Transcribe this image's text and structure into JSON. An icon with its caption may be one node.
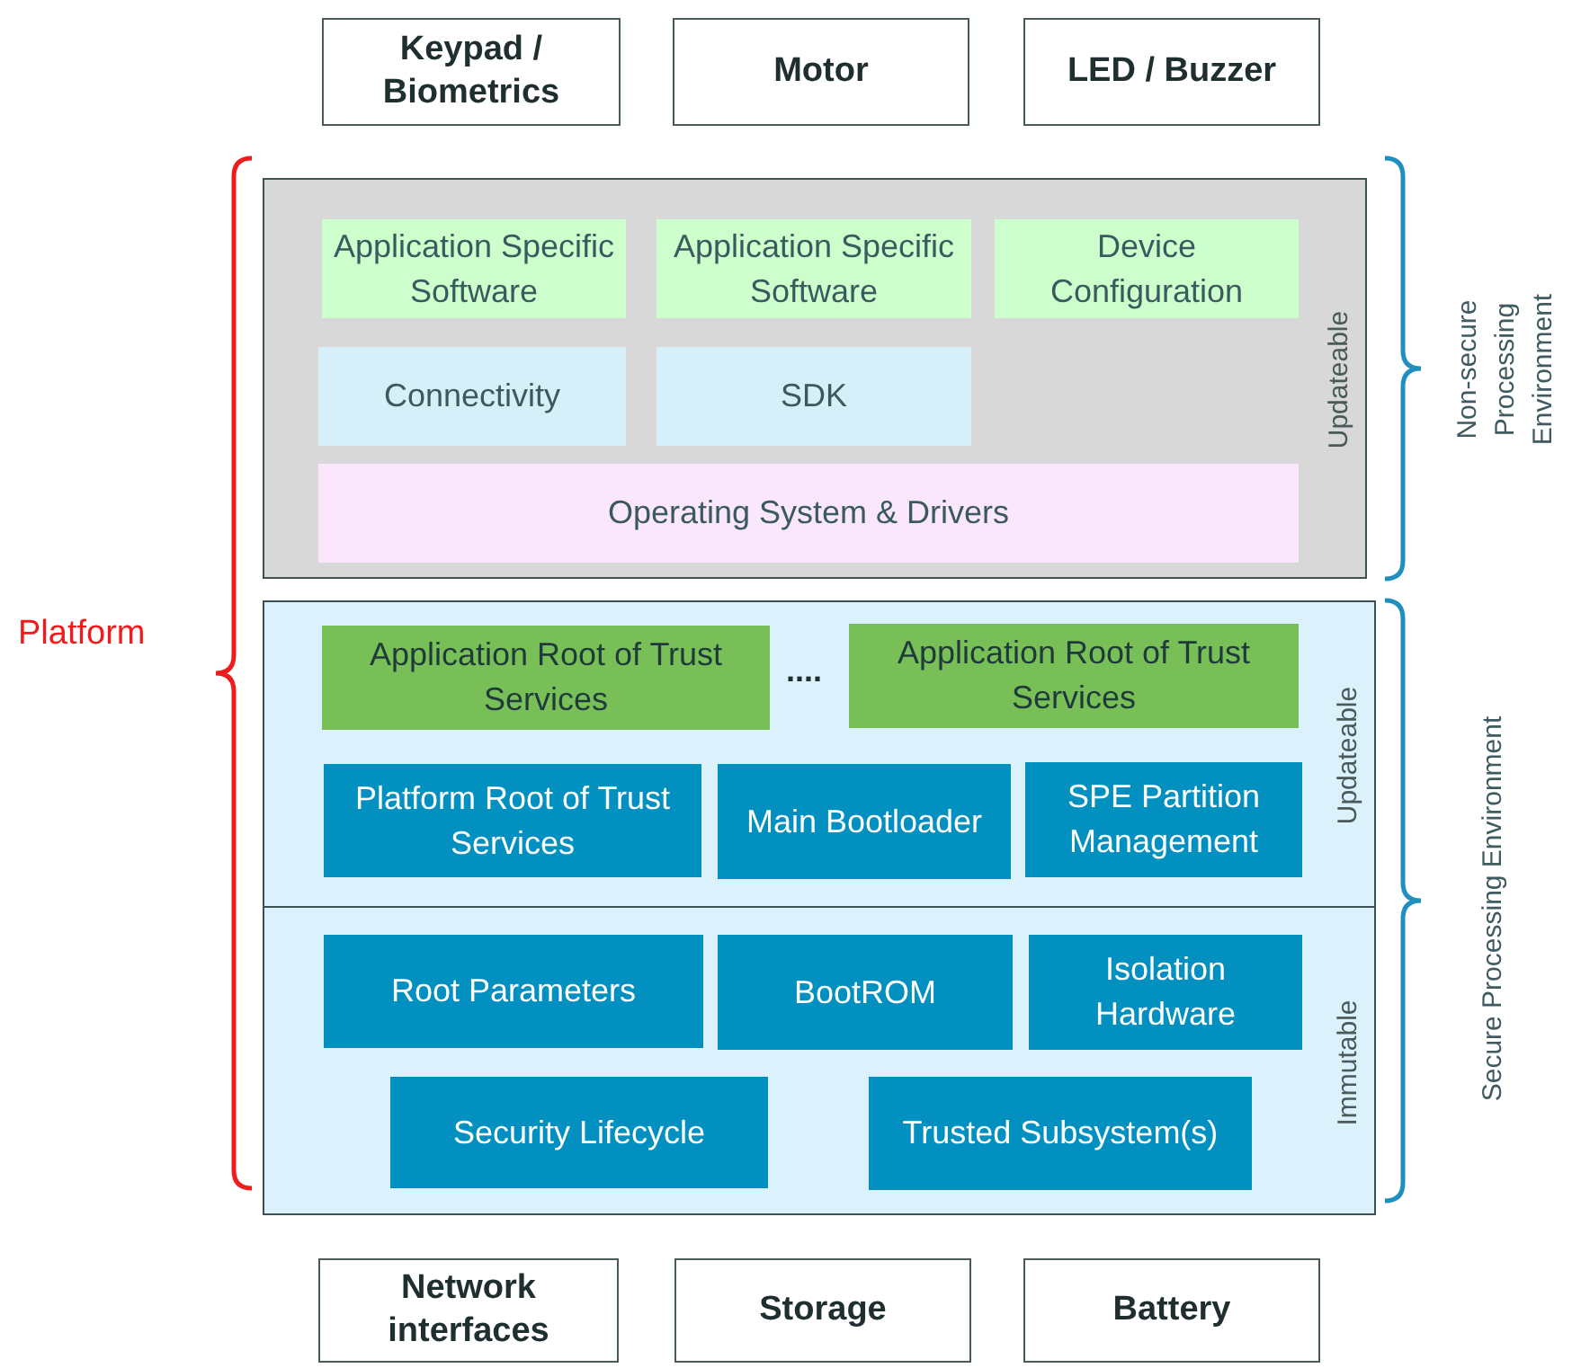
{
  "diagram": {
    "nodes": [
      {
        "text": [
          "Keypad / Biometrics"
        ]
      },
      {
        "text": [
          "Motor"
        ]
      },
      {
        "text": [
          "LED / Buzzer"
        ]
      },
      {
        "text": [
          "Updateable"
        ]
      },
      {
        "text": [
          "Application Specific Software"
        ],
        "in": 3
      },
      {
        "text": [
          "Application Specific Software"
        ],
        "in": 3
      },
      {
        "text": [
          "Device Configuration"
        ],
        "in": 3
      },
      {
        "text": [
          "Connectivity"
        ],
        "in": 3
      },
      {
        "text": [
          "SDK"
        ],
        "in": 3
      },
      {
        "text": [
          "Operating System & Drivers"
        ],
        "in": 3
      },
      {
        "text": [
          "Updateable"
        ]
      },
      {
        "text": [
          "Application Root of Trust Services"
        ],
        "in": 10
      },
      {
        "text": [
          "Application Root of Trust Services"
        ],
        "in": 10
      },
      {
        "text": [
          "Platform Root of Trust Services"
        ],
        "in": 10
      },
      {
        "text": [
          "Main Bootloader"
        ],
        "in": 10
      },
      {
        "text": [
          "SPE Partition Management"
        ],
        "in": 10
      },
      {
        "text": [
          "Immutable"
        ]
      },
      {
        "text": [
          "Root Parameters"
        ],
        "in": 16
      },
      {
        "text": [
          "BootROM"
        ],
        "in": 16
      },
      {
        "text": [
          "Isolation Hardware"
        ],
        "in": 16
      },
      {
        "text": [
          "Security Lifecycle"
        ],
        "in": 16
      },
      {
        "text": [
          "Trusted Subsystem(s)"
        ],
        "in": 16
      },
      {
        "text": [
          "Network interfaces"
        ]
      },
      {
        "text": [
          "Storage"
        ]
      },
      {
        "text": [
          "Battery"
        ]
      }
    ],
    "edges": [],
    "labels": [
      "....",
      "Platform",
      "Non-secure Processing Environment",
      "Secure Processing Environment"
    ]
  }
}
